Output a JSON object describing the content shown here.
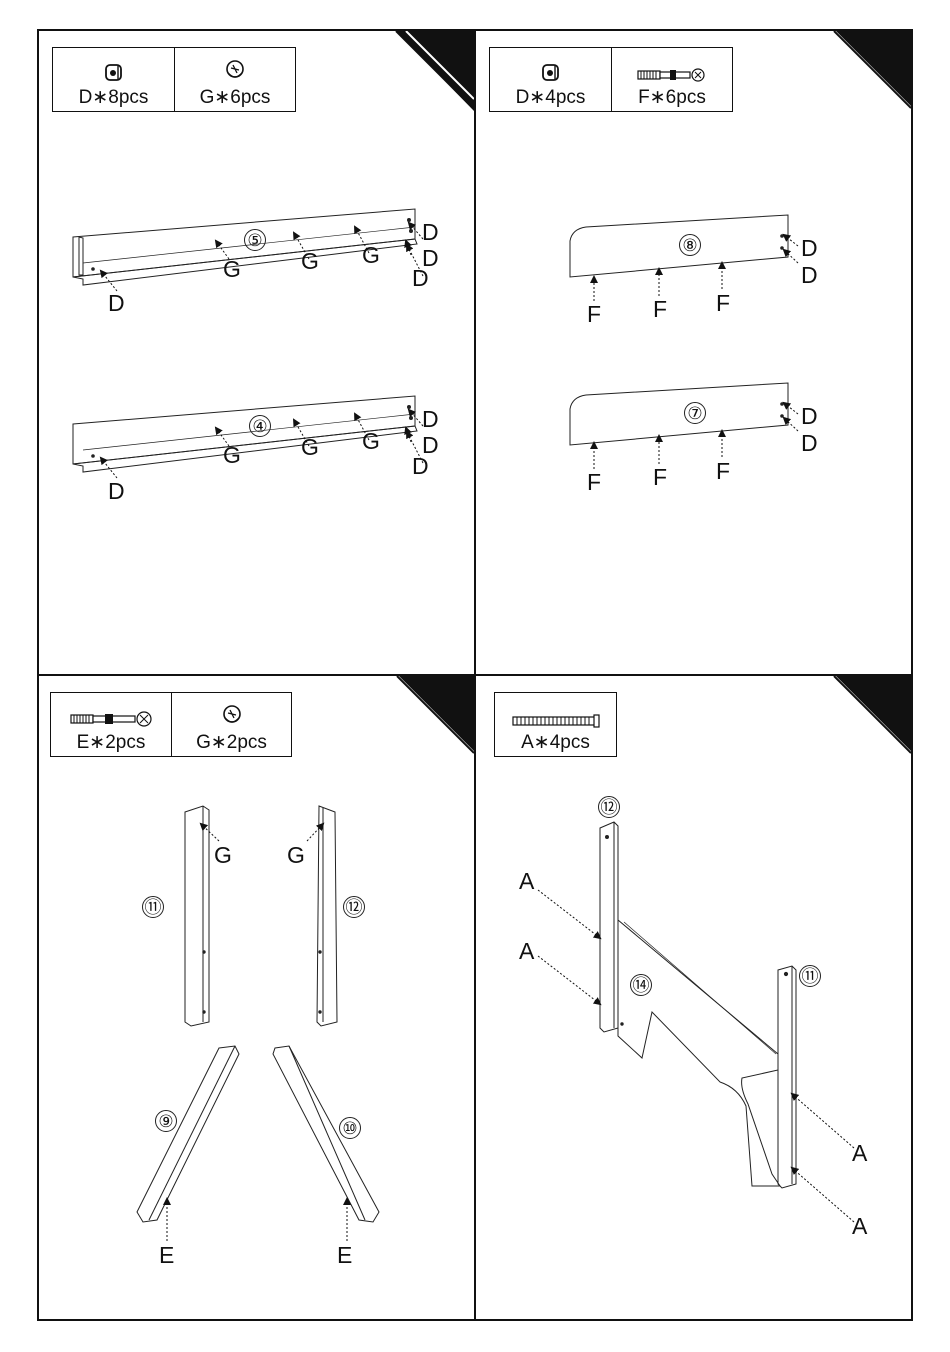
{
  "panels": {
    "step1": {
      "parts": [
        {
          "icon": "cam-dowel-icon",
          "label": "D∗8pcs"
        },
        {
          "icon": "cam-lock-icon",
          "label": "G∗6pcs"
        }
      ],
      "board_numbers": [
        "⑤",
        "④"
      ],
      "callouts": {
        "G": "G",
        "D": "D"
      }
    },
    "step2": {
      "parts": [
        {
          "icon": "cam-dowel-icon",
          "label": "D∗4pcs"
        },
        {
          "icon": "cam-bolt-icon",
          "label": "F∗6pcs"
        }
      ],
      "board_numbers": [
        "⑧",
        "⑦"
      ],
      "callouts": {
        "F": "F",
        "D": "D"
      }
    },
    "step3": {
      "parts": [
        {
          "icon": "cam-bolt-icon",
          "label": "E∗2pcs"
        },
        {
          "icon": "cam-lock-icon",
          "label": "G∗2pcs"
        }
      ],
      "board_numbers": [
        "⑪",
        "⑫",
        "⑨",
        "⑩"
      ],
      "callouts": {
        "G": "G",
        "E": "E"
      }
    },
    "step4": {
      "parts": [
        {
          "icon": "long-screw-icon",
          "label": "A∗4pcs"
        }
      ],
      "board_numbers": [
        "⑫",
        "⑪",
        "⑭"
      ],
      "callouts": {
        "A": "A"
      }
    }
  }
}
